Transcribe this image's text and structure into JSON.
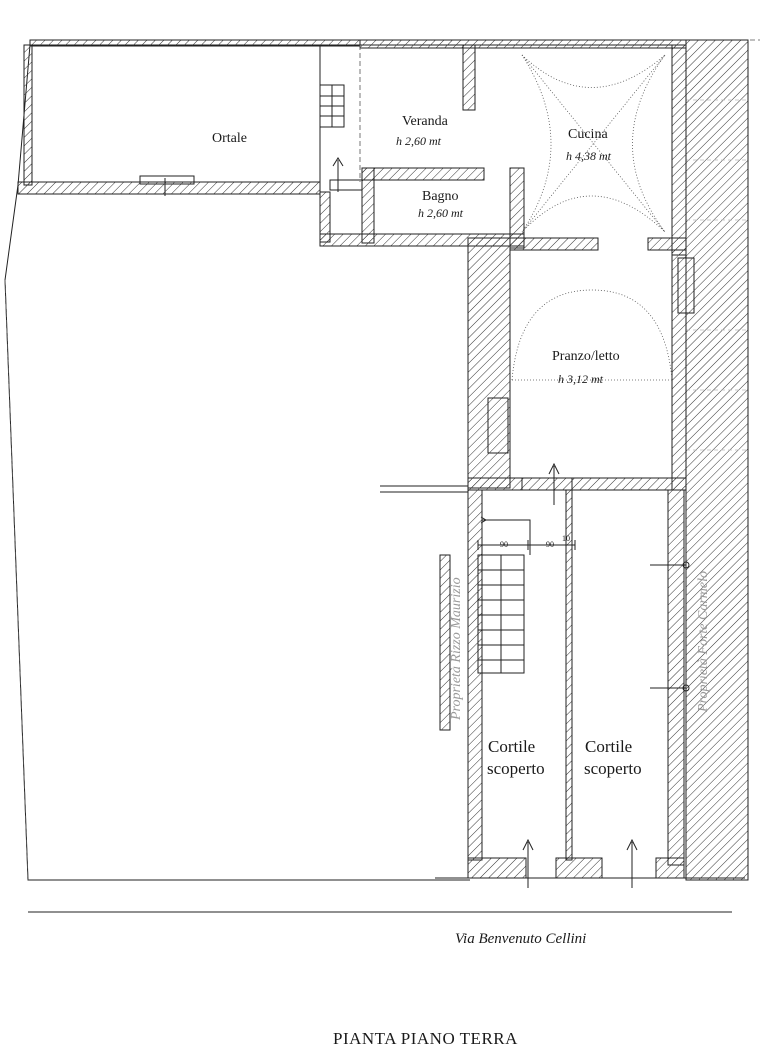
{
  "plan": {
    "rooms": {
      "ortale": {
        "name": "Ortale"
      },
      "veranda": {
        "name": "Veranda",
        "height": "h 2,60 mt"
      },
      "cucina": {
        "name": "Cucina",
        "height": "h 4,38 mt"
      },
      "bagno": {
        "name": "Bagno",
        "height": "h 2,60 mt"
      },
      "pranzo": {
        "name": "Pranzo/letto",
        "height": "h 3,12 mt"
      },
      "cortile_left": {
        "line1": "Cortile",
        "line2": "scoperto"
      },
      "cortile_right": {
        "line1": "Cortile",
        "line2": "scoperto"
      }
    },
    "dimensions": {
      "stair_width": "90",
      "passage_width": "90",
      "wall": "10"
    },
    "neighbours": {
      "left": "Proprietà Rizzo Maurizio",
      "right": "Proprietà Forte Carmelo"
    },
    "street": "Via Benvenuto Cellini",
    "title": "PIANTA PIANO TERRA"
  }
}
